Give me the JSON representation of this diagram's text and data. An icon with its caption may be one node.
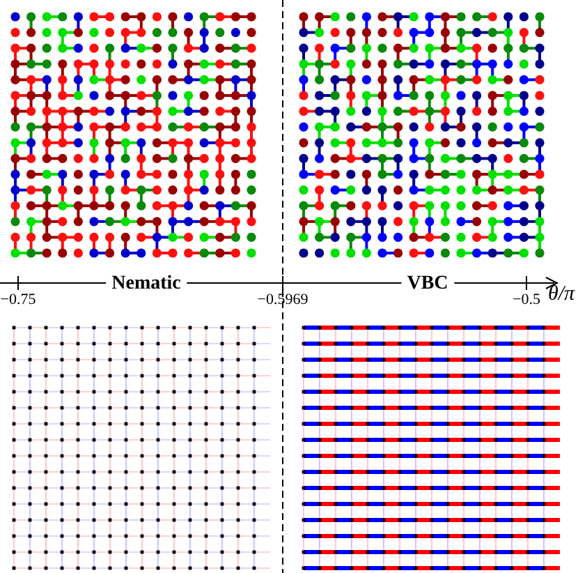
{
  "diagram": {
    "labels": [
      "Nematic",
      "VBC",
      "−0.75",
      "−0.5969",
      "−0.5",
      "θ/π"
    ]
  }
}
